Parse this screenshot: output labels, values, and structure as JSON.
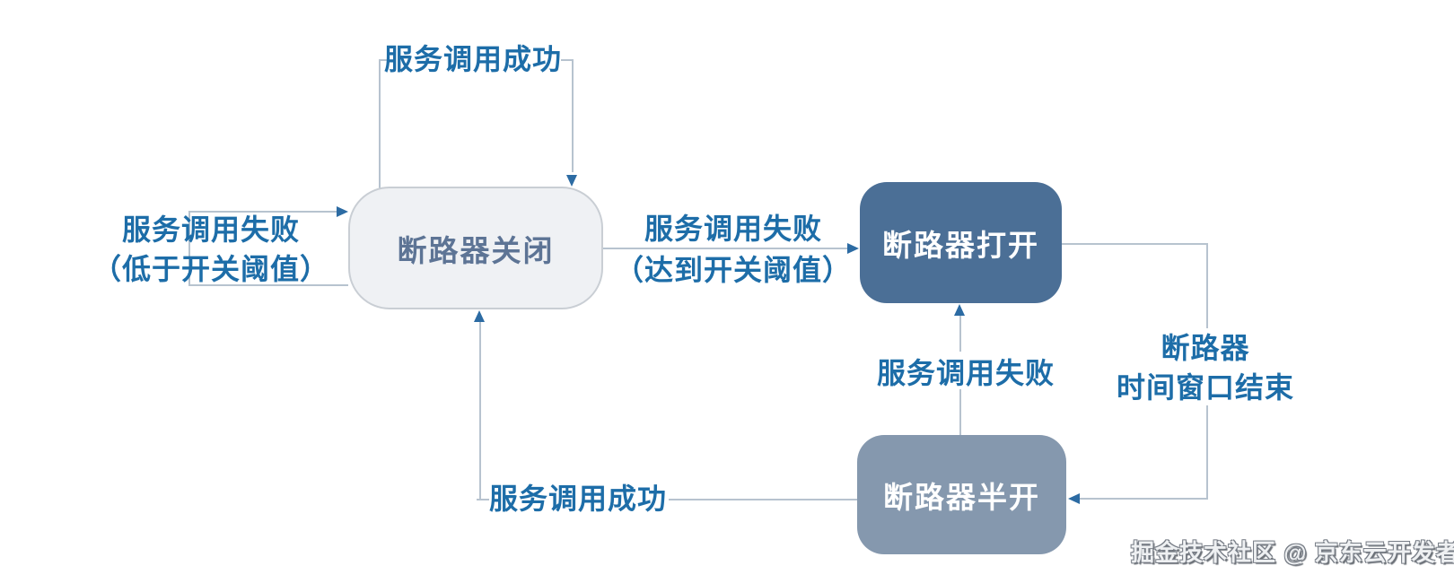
{
  "diagram": {
    "type": "state-machine",
    "subject": "circuit-breaker",
    "background": "#ffffff",
    "colors": {
      "transition_label_text": "#1d6da8",
      "connector_line": "#b7c3cf",
      "arrowhead": "#2c6ba3",
      "state_closed_fill": "#eff1f4",
      "state_closed_border": "#c9ced4",
      "state_closed_text": "#5d7495",
      "state_open_fill": "#4b6f96",
      "state_half_open_fill": "#8598ae",
      "state_light_text": "#ffffff",
      "watermark_text": "#eef0f2"
    },
    "states": {
      "closed": {
        "label": "断路器关闭"
      },
      "open": {
        "label": "断路器打开"
      },
      "half_open": {
        "label": "断路器半开"
      }
    },
    "transitions": {
      "closed_self_success": {
        "from": "closed",
        "to": "closed",
        "label": "服务调用成功"
      },
      "closed_self_fail": {
        "from": "closed",
        "to": "closed",
        "label": "服务调用失败",
        "label2": "（低于开关阈值）"
      },
      "closed_to_open": {
        "from": "closed",
        "to": "open",
        "label": "服务调用失败",
        "label2": "（达到开关阈值）"
      },
      "half_open_to_open": {
        "from": "half_open",
        "to": "open",
        "label": "服务调用失败"
      },
      "open_to_half_open": {
        "from": "open",
        "to": "half_open",
        "label": "断路器",
        "label2": "时间窗口结束"
      },
      "half_open_to_closed": {
        "from": "half_open",
        "to": "closed",
        "label": "服务调用成功"
      }
    },
    "watermark": "掘金技术社区 @ 京东云开发者"
  }
}
